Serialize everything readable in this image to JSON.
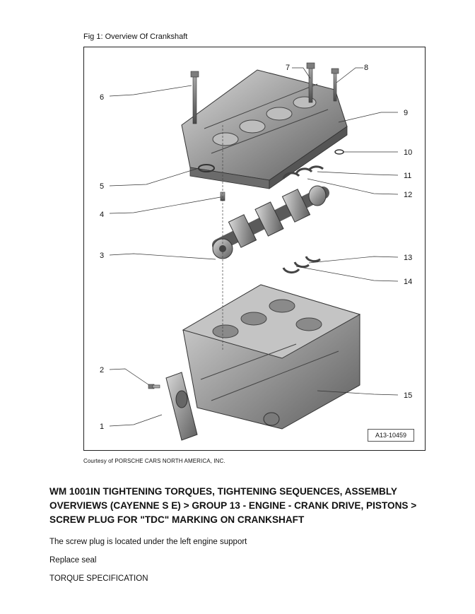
{
  "figure": {
    "caption": "Fig 1: Overview Of Crankshaft",
    "figure_id": "A13-10459",
    "callouts": [
      "1",
      "2",
      "3",
      "4",
      "5",
      "6",
      "7",
      "8",
      "9",
      "10",
      "11",
      "12",
      "13",
      "14",
      "15"
    ]
  },
  "courtesy": "Courtesy of PORSCHE CARS NORTH AMERICA, INC.",
  "heading": "WM 1001IN TIGHTENING TORQUES, TIGHTENING SEQUENCES, ASSEMBLY OVERVIEWS (CAYENNE S E) > GROUP 13 - ENGINE - CRANK DRIVE, PISTONS > SCREW PLUG FOR \"TDC\" MARKING ON CRANKSHAFT",
  "paragraphs": {
    "location": "The screw plug is located under the left engine support",
    "seal": "Replace seal",
    "torque": "TORQUE SPECIFICATION"
  }
}
